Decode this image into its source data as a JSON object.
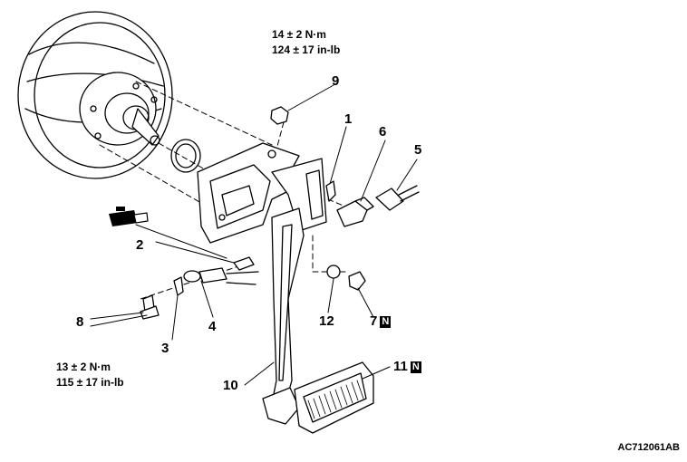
{
  "torque_top": {
    "line1": "14 ± 2 N·m",
    "line2": "124 ± 17 in-lb"
  },
  "torque_bottom": {
    "line1": "13 ± 2 N·m",
    "line2": "115 ± 17 in-lb"
  },
  "callouts": {
    "c1": "1",
    "c2": "2",
    "c3": "3",
    "c4": "4",
    "c5": "5",
    "c6": "6",
    "c7": "7",
    "c8": "8",
    "c9": "9",
    "c10": "10",
    "c11": "11",
    "c12": "12"
  },
  "n_mark": "N",
  "figure_code": "AC712061AB",
  "icons": [
    "grease-gun-icon"
  ]
}
